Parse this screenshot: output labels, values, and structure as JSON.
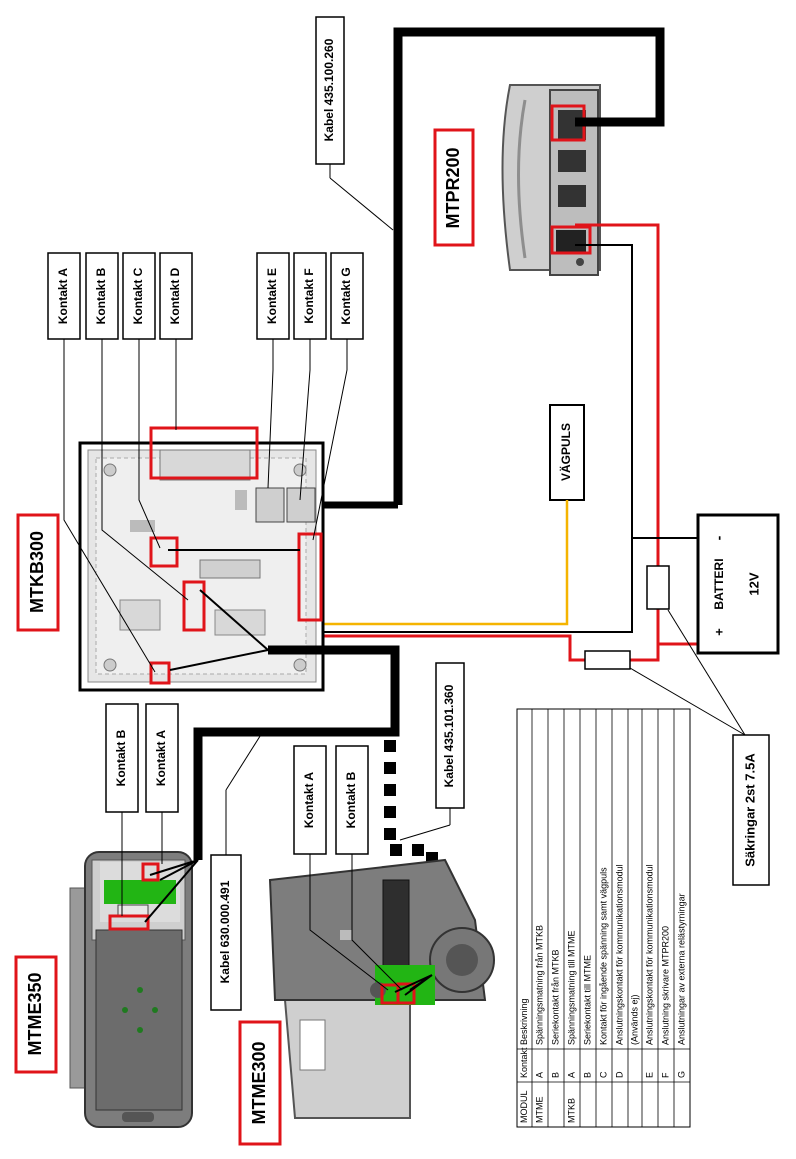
{
  "modules": {
    "mtpr200": "MTPR200",
    "mtkb300": "MTKB300",
    "mtme350": "MTME350",
    "mtme300": "MTME300"
  },
  "cables": {
    "c1": "Kabel 435.100.260",
    "c2": "Kabel 435.101.360",
    "c3": "Kabel 630.000.491"
  },
  "kb_contacts": [
    "Kontakt A",
    "Kontakt B",
    "Kontakt C",
    "Kontakt D",
    "Kontakt E",
    "Kontakt F",
    "Kontakt G"
  ],
  "me350_contacts": [
    "Kontakt B",
    "Kontakt A"
  ],
  "me300_contacts": [
    "Kontakt A",
    "Kontakt B"
  ],
  "vagpuls": "VÄGPULS",
  "battery": {
    "plus": "+",
    "minus": "-",
    "label": "BATTERI",
    "voltage": "12V"
  },
  "fuses": "Säkringar 2st 7.5A",
  "table": {
    "headers": [
      "MODUL",
      "Kontakt",
      "Beskrivning"
    ],
    "rows": [
      [
        "MTME",
        "A",
        "Spänningsmatning från MTKB"
      ],
      [
        "",
        "B",
        "Seriekontakt från MTKB"
      ],
      [
        "MTKB",
        "A",
        "Spänningsmatning till MTME"
      ],
      [
        "",
        "B",
        "Seriekontakt till MTME"
      ],
      [
        "",
        "C",
        "Kontakt för ingående spänning samt vägpuls"
      ],
      [
        "",
        "D",
        "Anslutningskontakt för kommunikationsmodul"
      ],
      [
        "",
        "",
        "(Används ej)"
      ],
      [
        "",
        "E",
        "Anslutningskontakt för kommunikationsmodul"
      ],
      [
        "",
        "F",
        "Anslutning skrivare MTPR200"
      ],
      [
        "",
        "G",
        "Anslutningar av externa relästyrningar"
      ]
    ]
  },
  "colors": {
    "red": "#e0141a",
    "black": "#000000",
    "yellow": "#f5b400",
    "green": "#22b514",
    "grey": "#9a9a9a"
  }
}
